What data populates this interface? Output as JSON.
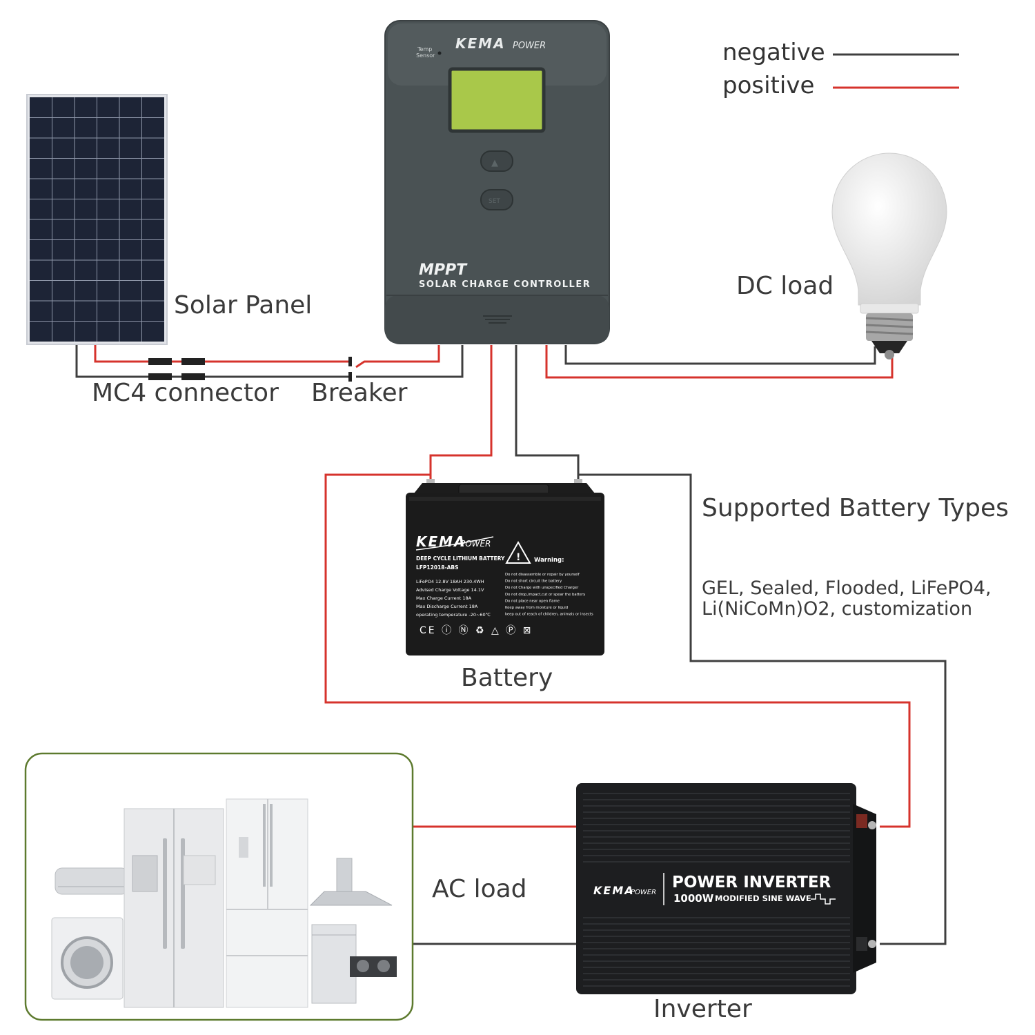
{
  "legend": {
    "negative_label": "negative",
    "positive_label": "positive",
    "negative_color": "#3f3f3f",
    "positive_color": "#d6332c"
  },
  "labels": {
    "solar_panel": "Solar Panel",
    "mc4_connector": "MC4 connector",
    "breaker": "Breaker",
    "dc_load": "DC load",
    "battery": "Battery",
    "supported_battery_title": "Supported Battery Types",
    "supported_battery_line1": "GEL, Sealed, Flooded, LiFePO4,",
    "supported_battery_line2": "Li(NiCoMn)O2, customization",
    "ac_load": "AC load",
    "inverter": "Inverter"
  },
  "controller": {
    "brand": "KEMA",
    "brand_suffix": "POWER",
    "temp_sensor_line1": "Temp",
    "temp_sensor_line2": "Sensor",
    "model": "MPPT",
    "subtitle": "SOLAR CHARGE CONTROLLER",
    "up_button_glyph": "▲",
    "set_button_label": "SET"
  },
  "battery_device": {
    "brand": "KEMA",
    "brand_suffix": "POWER",
    "type": "DEEP CYCLE LITHIUM BATTERY",
    "model": "LFP12018-ABS",
    "specs": [
      "LiFePO4 12.8V 18AH 230.4WH",
      "Advised Charge Voltage 14.1V",
      "Max Charge Current 18A",
      "Max Discharge Current 18A",
      "operating temperature -20~60℃"
    ],
    "warning_title": "Warning:",
    "warnings": [
      "Do not disassemble or repair by yourself",
      "Do not short circuit the battery",
      "Do not Charge with unspecified Charger",
      "Do not drop,impact,cut or spear the battery",
      "Do not place near open flame",
      "Keep away from moisture or liquid",
      "keep out of reach of children, animals or insects"
    ],
    "marks": "CE ⓘ Ⓝ ♻ △ Ⓟ ⊠"
  },
  "inverter_device": {
    "brand": "KEMA",
    "brand_suffix": "POWER",
    "title": "POWER INVERTER",
    "wattage": "1000W",
    "wave": "MODIFIED SINE WAVE"
  }
}
